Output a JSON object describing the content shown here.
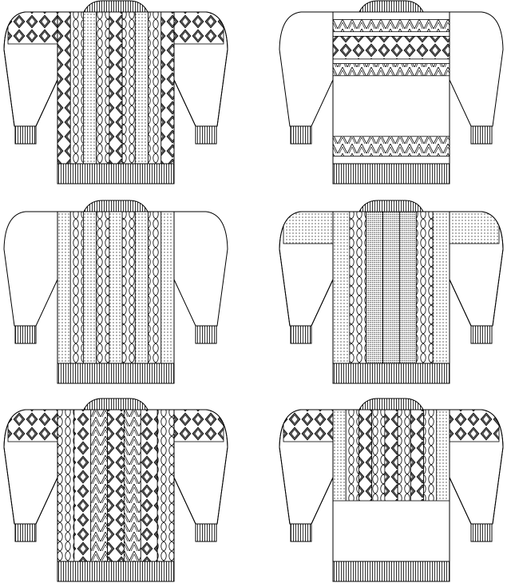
{
  "colors": {
    "line": "#000000",
    "background": "#ffffff",
    "fill_dark": "#555555"
  },
  "sweaters": [
    {
      "panels": [
        "diamonds",
        "chain",
        "dots",
        "chain",
        "diamonds",
        "chain",
        "dots",
        "chain",
        "diamonds"
      ],
      "shoulders": "diamonds",
      "bands": []
    },
    {
      "panels": [
        "plain"
      ],
      "shoulders": "plain",
      "bands": [
        {
          "from": 0.05,
          "to": 0.13,
          "pattern": "zigzag"
        },
        {
          "from": 0.16,
          "to": 0.31,
          "pattern": "diamonds"
        },
        {
          "from": 0.34,
          "to": 0.42,
          "pattern": "zigzag"
        },
        {
          "from": 0.82,
          "to": 0.95,
          "pattern": "zigzag"
        }
      ]
    },
    {
      "panels": [
        "dots",
        "chain",
        "dots",
        "chain",
        "dots",
        "chain",
        "dots",
        "chain",
        "dots"
      ],
      "shoulders": "plain",
      "bands": []
    },
    {
      "panels": [
        "dots",
        "chain",
        "dense",
        "dense",
        "dense",
        "chain",
        "dots"
      ],
      "shoulders": "dots",
      "bands": []
    },
    {
      "panels": [
        "chain",
        "diamonds",
        "zigzag",
        "diamonds",
        "zigzag",
        "diamonds",
        "chain"
      ],
      "shoulders": "diamonds",
      "bands": []
    },
    {
      "panels": [
        "dots",
        "chain",
        "diamonds",
        "chain",
        "diamonds",
        "chain",
        "diamonds",
        "chain",
        "dots"
      ],
      "shoulders": "diamonds",
      "bands": [
        {
          "from": 0.6,
          "to": 1.0,
          "pattern": "plain"
        }
      ]
    }
  ]
}
